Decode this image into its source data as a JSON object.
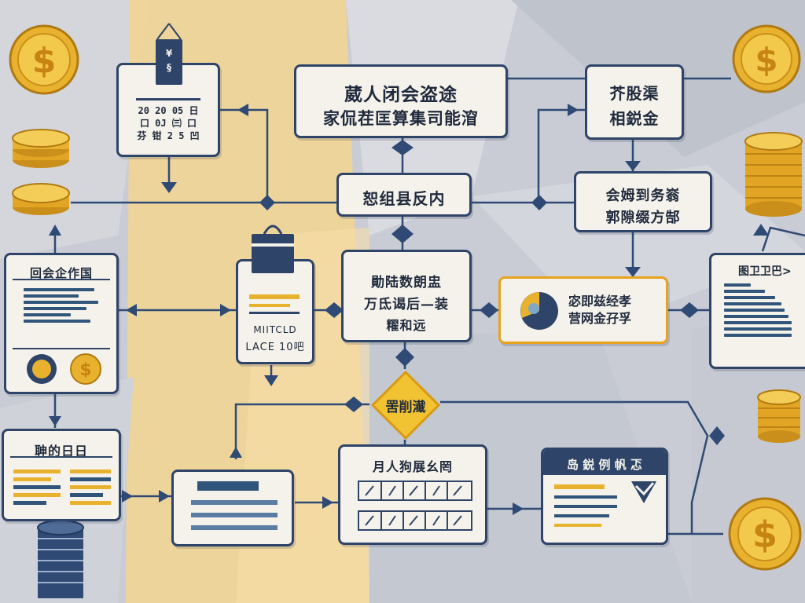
{
  "colors": {
    "navy": "#2e4468",
    "gold": "#e9b22e",
    "paper": "#f4f2ea",
    "background": "#c9ccd4",
    "yellow_wash": "#f3d58f"
  },
  "icons": {
    "currency": "dollar-sign",
    "coin_stacks": "coin-stack",
    "banner_tag": "hanging-tag",
    "shopping_bag": "bag",
    "pie_chart": "pie-chart"
  },
  "nodes": {
    "top_center": {
      "line1": "葳人闭会盗途",
      "line2": "家侃茬匡算集司能㴭"
    },
    "top_right": {
      "line1": "芥股渠",
      "line2": "相鋭金"
    },
    "hub": {
      "label": "恕组县反内"
    },
    "right_mid": {
      "line1": "会姆到务嵡",
      "line2": "郭隙缀方郜"
    },
    "center": {
      "line1": "勛陆数朗盅",
      "line2": "万氐谒后—装",
      "line3": "䊮和远"
    },
    "pie_box": {
      "line1": "宓即兹经孝",
      "line2": "营网金孖孚"
    },
    "left_panel": {
      "title": "回会企作国"
    },
    "bag_card": {
      "line1": "MIITCLD",
      "line2": "LACE 10吧"
    },
    "decision": {
      "label": "罟削瀐"
    },
    "bottom_left": {
      "title": "䎶的日日"
    },
    "bottom_table": {
      "title": "月人狗展幺罔"
    },
    "bottom_right": {
      "title": "岛 鋭  例 帆 忑"
    },
    "right_doc": {
      "title": "图卫卫巴>"
    },
    "top_left_doc": {
      "rows": [
        "20 20 05 日",
        "口 0J ㈢ 口",
        "芬 钳 2 5 凹"
      ]
    },
    "coin_symbol": "$"
  }
}
